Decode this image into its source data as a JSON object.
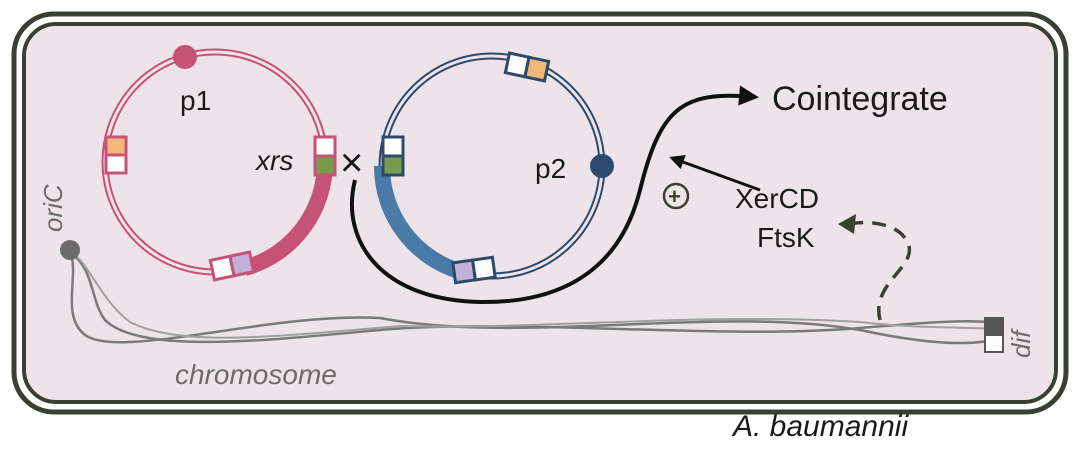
{
  "labels": {
    "plasmid1": "p1",
    "plasmid2": "p2",
    "site": "xrs",
    "product": "Cointegrate",
    "recombinase": "XerCD",
    "translocase": "FtsK",
    "origin": "oriC",
    "dif_site": "dif",
    "genome": "chromosome",
    "organism": "A. baumannii",
    "crossover": "×",
    "stimulation": "+"
  },
  "colors": {
    "cell_fill": "#efe3ea",
    "cell_border": "#3a3f36",
    "plasmid1": "#c55277",
    "plasmid2": "#4a7aa8",
    "plasmid2_dark": "#2c4a6c",
    "site_green": "#7a9a4c",
    "site_orange": "#f3b779",
    "site_lilac": "#c3b0d6",
    "chromosome": "#7a7a7a",
    "text_gray": "#6b6b6b",
    "arrow": "#111111",
    "dashed": "#3a4032"
  }
}
